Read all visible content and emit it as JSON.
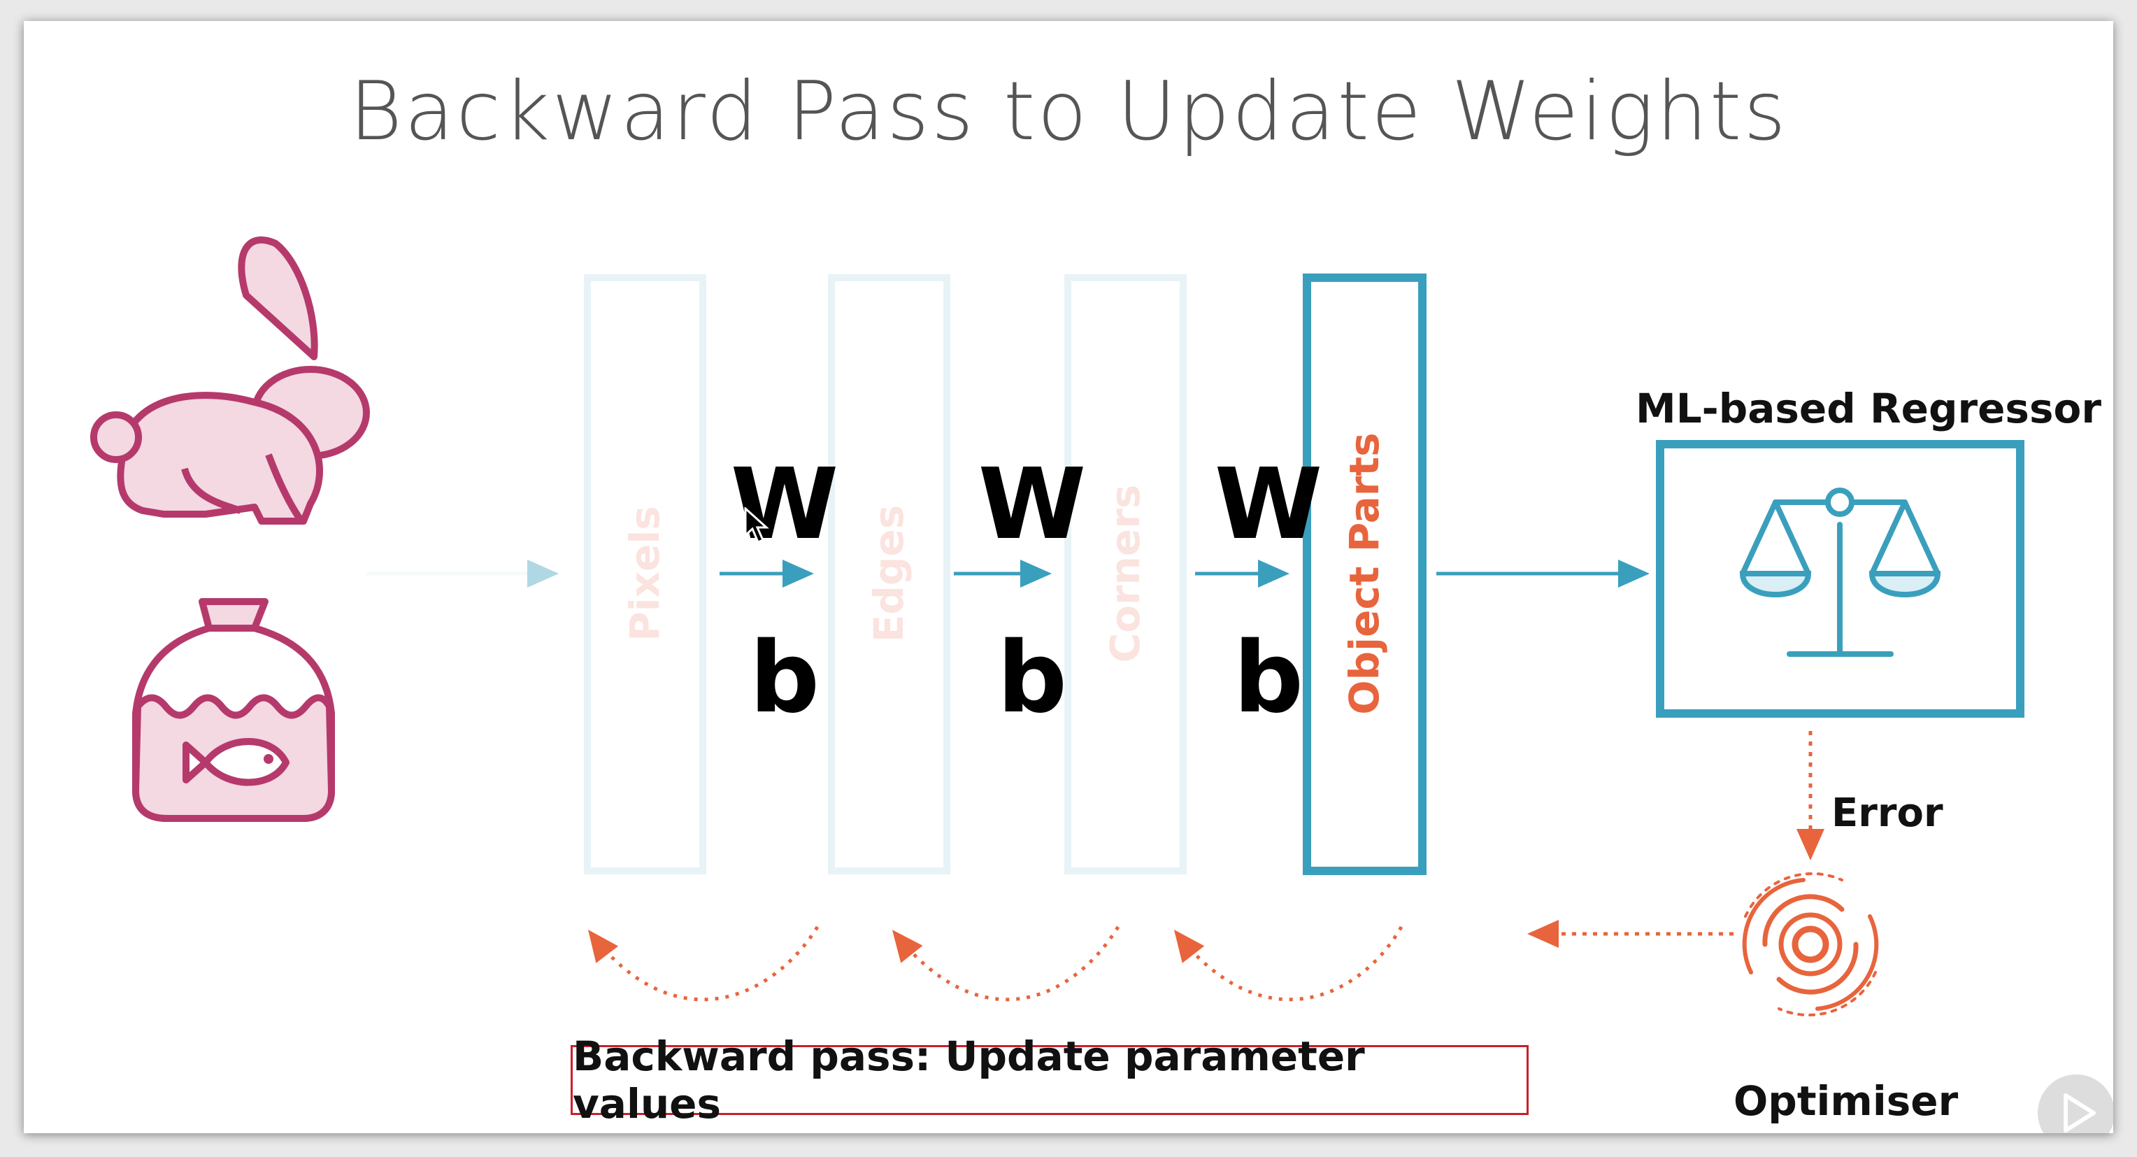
{
  "title": "Backward Pass to Update Weights",
  "layers": [
    {
      "label": "Pixels",
      "state": "faded"
    },
    {
      "label": "Edges",
      "state": "faded"
    },
    {
      "label": "Corners",
      "state": "faded"
    },
    {
      "label": "Object Parts",
      "state": "active"
    }
  ],
  "weights": [
    {
      "w": "W",
      "b": "b"
    },
    {
      "w": "W",
      "b": "b"
    },
    {
      "w": "W",
      "b": "b"
    }
  ],
  "regressor": {
    "label": "ML-based Regressor",
    "icon": "balance-scale-icon"
  },
  "error_label": "Error",
  "optimiser": {
    "label": "Optimiser",
    "icon": "spiral-icon"
  },
  "caption": "Backward pass: Update parameter values",
  "inputs": [
    {
      "icon": "rabbit-icon"
    },
    {
      "icon": "fish-in-bag-icon"
    }
  ],
  "colors": {
    "pink": "#b53a6b",
    "pink_fill": "#f4d8e2",
    "teal": "#3a9fbd",
    "teal_faded": "#e8f3f7",
    "orange": "#e8643c",
    "caption_border": "#c8202a"
  }
}
